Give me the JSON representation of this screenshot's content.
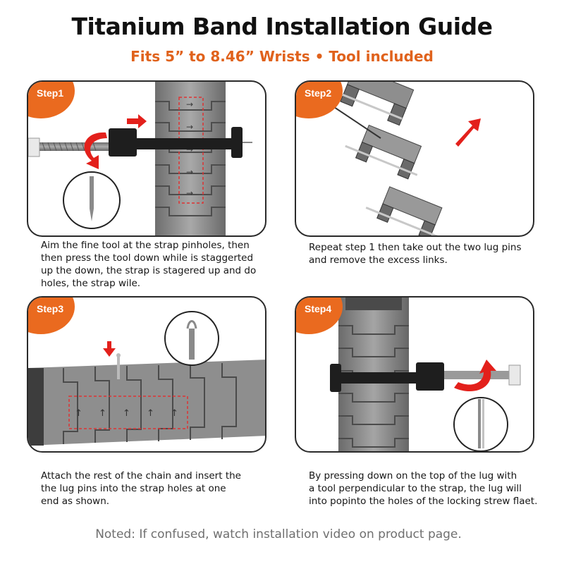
{
  "header": {
    "title": "Titanium Band Installation Guide",
    "subtitle": "Fits 5” to 8.46” Wrists • Tool included"
  },
  "steps": [
    {
      "label": "Step1",
      "caption_lines": [
        "Aim the fine tool at the strap pinholes, then",
        "then press the tool down while is staggerted",
        "up the down, the strap is stagered up and do",
        "holes, the strap wile."
      ]
    },
    {
      "label": "Step2",
      "caption_lines": [
        "Repeat step 1 then take out the two lug pins",
        "and remove the excess links."
      ]
    },
    {
      "label": "Step3",
      "caption_lines": [
        "Attach the rest of the chain and insert the",
        "the lug pins into the strap holes at one",
        "end as shown."
      ]
    },
    {
      "label": "Step4",
      "caption_lines": [
        "By pressing down on the top of the lug with",
        "a tool perpendicular to the strap, the lug will",
        "into popinto the holes of the locking strew flaet."
      ]
    }
  ],
  "footer": {
    "note": "Noted: If confused, watch installation video on product page."
  },
  "colors": {
    "accent": "#ea6a1f",
    "arrow_red": "#e3201b",
    "metal": "#8c8c8c",
    "metal_dark": "#5a5a5a",
    "tool_black": "#1c1c1c"
  }
}
